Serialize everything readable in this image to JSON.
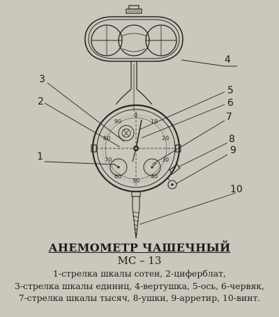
{
  "callouts": [
    "1",
    "2",
    "3",
    "4",
    "5",
    "6",
    "7",
    "8",
    "9",
    "10"
  ],
  "dial_numbers": [
    "0",
    "10",
    "20",
    "30",
    "40",
    "50",
    "60",
    "70",
    "80",
    "90"
  ],
  "caption": {
    "title": "АНЕМОМЕТР ЧАШЕЧНЫЙ",
    "model": "МС – 13",
    "lines": [
      "1-стрелка шкалы сотен, 2-циферблат,",
      "3-стрелка шкалы единиц, 4-вертушка, 5-ось, 6-червяк,",
      "7-стрелка шкалы тысяч, 8-ушки, 9-арретир, 10-винт."
    ]
  }
}
